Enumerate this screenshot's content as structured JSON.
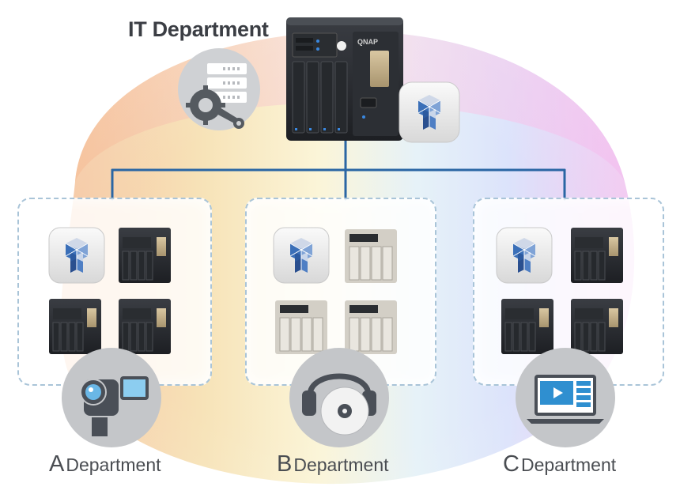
{
  "diagram": {
    "title": "IT Department",
    "departments": [
      {
        "letter": "A",
        "label": "Department",
        "icon": "camcorder-icon"
      },
      {
        "letter": "B",
        "label": "Department",
        "icon": "headphones-disc-icon"
      },
      {
        "letter": "C",
        "label": "Department",
        "icon": "laptop-video-icon"
      }
    ],
    "nas_brand": "QNAP",
    "colors": {
      "connector": "#2a66a4",
      "panel_border": "#a9c4d8",
      "text": "#3b3e44"
    }
  }
}
